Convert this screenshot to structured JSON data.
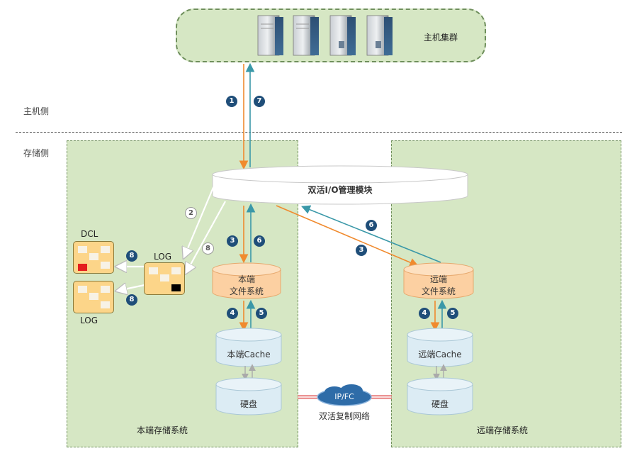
{
  "host_cluster": {
    "label": "主机集群",
    "server_count": 4
  },
  "sides": {
    "host": "主机侧",
    "storage": "存储侧"
  },
  "io_module": {
    "label": "双活I/O管理模块"
  },
  "local": {
    "system_label": "本端存储系统",
    "fs_label_line1": "本端",
    "fs_label_line2": "文件系统",
    "cache_label": "本端Cache",
    "disk_label": "硬盘"
  },
  "remote": {
    "system_label": "远端存储系统",
    "fs_label_line1": "远端",
    "fs_label_line2": "文件系统",
    "cache_label": "远端Cache",
    "disk_label": "硬盘"
  },
  "log_tiles": {
    "dcl": "DCL",
    "log_center": "LOG",
    "log_bottom": "LOG"
  },
  "network": {
    "cloud_label": "IP/FC",
    "label": "双活复制网络"
  },
  "steps": {
    "s1": "1",
    "s2": "2",
    "s3_local": "3",
    "s3_remote": "3",
    "s4_local": "4",
    "s4_remote": "4",
    "s5_local": "5",
    "s5_remote": "5",
    "s6_local": "6",
    "s6_remote": "6",
    "s7": "7",
    "s8_top": "8",
    "s8_bottom": "8",
    "s8_right": "8"
  },
  "colors": {
    "write_arrow": "#f08a2e",
    "return_arrow": "#3a98a8",
    "region_fill": "#d6e7c4",
    "fs_fill": "#fcd0a2",
    "cache_fill": "#dcecf4",
    "badge": "#1f4e79",
    "dcl_red": "#e41e1e"
  }
}
